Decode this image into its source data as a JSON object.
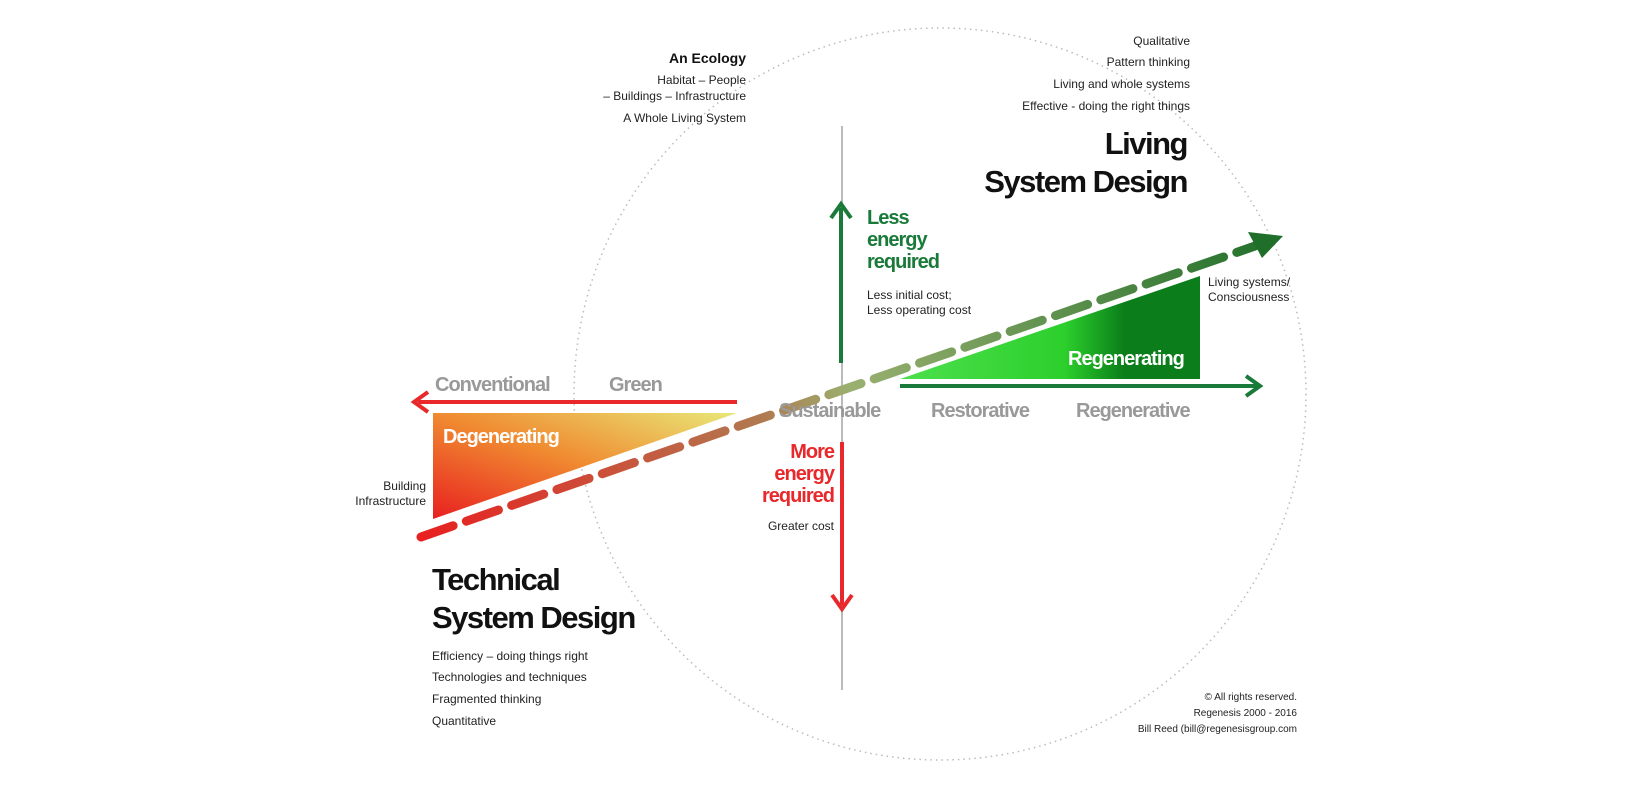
{
  "ecology": {
    "title": "An Ecology",
    "lines": [
      "Habitat – People",
      "– Buildings – Infrastructure",
      "A Whole Living System"
    ]
  },
  "living": {
    "traits": [
      "Qualitative",
      "Pattern thinking",
      "Living and whole systems",
      "Effective - doing the right things"
    ],
    "title_line1": "Living",
    "title_line2": "System Design",
    "note_line1": "Living systems/",
    "note_line2": "Consciousness"
  },
  "technical": {
    "title_line1": "Technical",
    "title_line2": "System Design",
    "traits": [
      "Efficiency – doing things right",
      "Technologies and techniques",
      "Fragmented thinking",
      "Quantitative"
    ],
    "note_line1": "Building",
    "note_line2": "Infrastructure"
  },
  "axis": {
    "conventional": "Conventional",
    "green": "Green",
    "sustainable": "Sustainable",
    "restorative": "Restorative",
    "regenerative": "Regenerative"
  },
  "up": {
    "line1": "Less",
    "line2": "energy",
    "line3": "required",
    "note1": "Less initial cost;",
    "note2": "Less operating cost"
  },
  "down": {
    "line1": "More",
    "line2": "energy",
    "line3": "required",
    "note": "Greater cost"
  },
  "triangles": {
    "degenerating": "Degenerating",
    "regenerating": "Regenerating"
  },
  "credits": [
    "© All rights reserved.",
    "Regenesis 2000 - 2016",
    "Bill Reed (bill@regenesisgroup.com"
  ],
  "colors": {
    "green": "#1a7a3a",
    "red": "#e8282a",
    "grey": "#999999"
  }
}
